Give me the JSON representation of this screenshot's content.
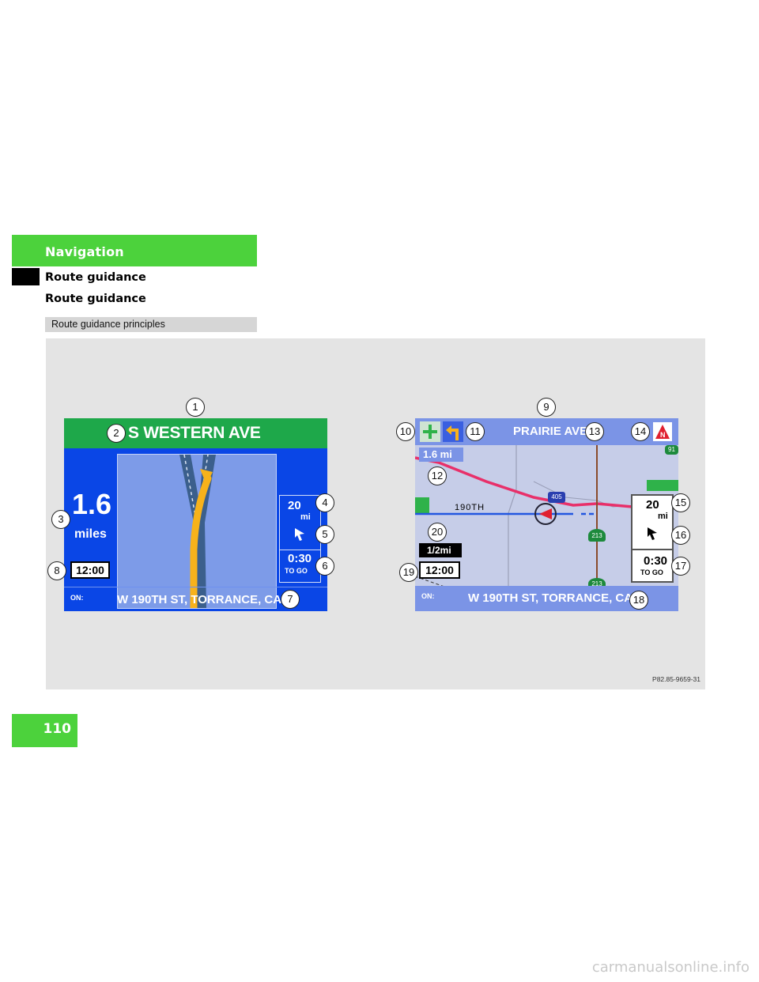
{
  "header": {
    "chapter": "Navigation",
    "section": "Route guidance",
    "subsection": "Route guidance",
    "topic_bar": "Route guidance principles",
    "accent_color": "#4cd23c"
  },
  "figure": {
    "code": "P82.85-9659-31",
    "left_screen": {
      "street_name": "S WESTERN AVE",
      "distance_value": "1.6",
      "distance_unit": "miles",
      "clock": "12:00",
      "scale_value": "20",
      "scale_unit": "mi",
      "time_to_go": "0:30",
      "to_go_label": "TO GO",
      "on_label": "ON:",
      "current_street": "W 190TH ST, TORRANCE, CA"
    },
    "right_screen": {
      "street_name": "PRAIRIE AVE",
      "distance": "1.6 mi",
      "road_label": "190TH",
      "map_scale": "1/2mi",
      "clock": "12:00",
      "scale_value": "20",
      "scale_unit": "mi",
      "time_to_go": "0:30",
      "to_go_label": "TO GO",
      "on_label": "ON:",
      "current_street": "W 190TH ST, TORRANCE, CA",
      "shields": [
        "405",
        "213",
        "213",
        "91"
      ]
    },
    "callouts": [
      "1",
      "2",
      "3",
      "4",
      "5",
      "6",
      "7",
      "8",
      "9",
      "10",
      "11",
      "12",
      "13",
      "14",
      "15",
      "16",
      "17",
      "18",
      "19",
      "20"
    ]
  },
  "page_number": "110",
  "watermark": "carmanualsonline.info"
}
